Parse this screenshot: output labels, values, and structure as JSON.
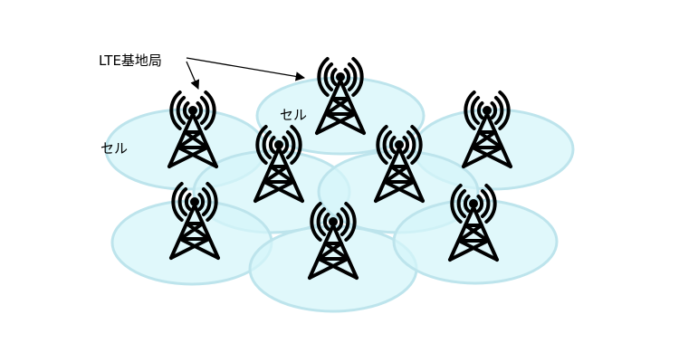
{
  "labels": {
    "base_station": "LTE基地局",
    "cell_1": "セル",
    "cell_2": "セル"
  },
  "colors": {
    "cell_fill": "#d6f6fa",
    "cell_stroke": "#bde4ec",
    "tower": "#000000"
  },
  "tower_count": 8,
  "cell_count": 8
}
